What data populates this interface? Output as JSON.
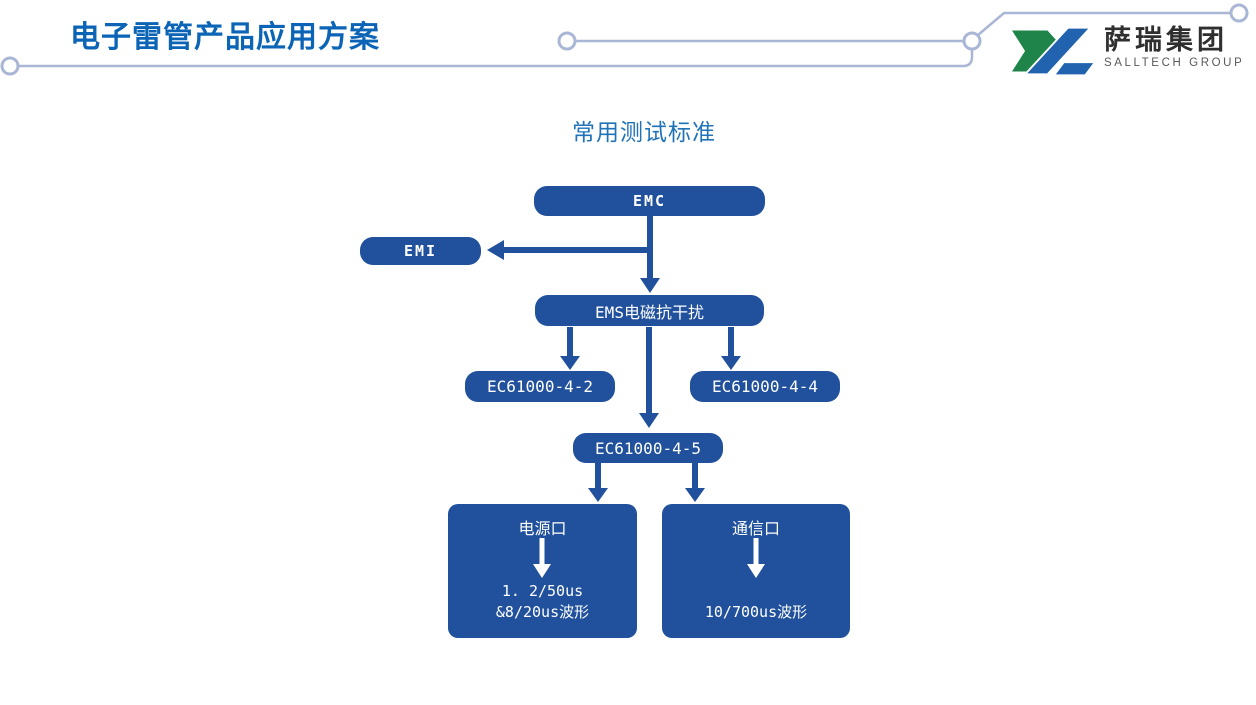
{
  "slide": {
    "header_title": "电子雷管产品应用方案",
    "logo": {
      "name_cn": "萨瑞集团",
      "name_en": "SALLTECH GROUP"
    },
    "diagram_title": "常用测试标准"
  },
  "flowchart": {
    "nodes": [
      {
        "id": "emc",
        "label": "EMC"
      },
      {
        "id": "emi",
        "label": "EMI"
      },
      {
        "id": "ems",
        "label": "EMS电磁抗干扰"
      },
      {
        "id": "ec61000-4-2",
        "label": "EC61000-4-2"
      },
      {
        "id": "ec61000-4-4",
        "label": "EC61000-4-4"
      },
      {
        "id": "ec61000-4-5",
        "label": "EC61000-4-5"
      },
      {
        "id": "power-port",
        "label": "电源口",
        "detail_lines": [
          "1. 2/50us",
          "&8/20us波形"
        ]
      },
      {
        "id": "comm-port",
        "label": "通信口",
        "detail_lines": [
          "10/700us波形"
        ]
      }
    ],
    "edges": [
      {
        "from": "emc",
        "to": "ems"
      },
      {
        "from": "emc",
        "to": "emi"
      },
      {
        "from": "ems",
        "to": "ec61000-4-2"
      },
      {
        "from": "ems",
        "to": "ec61000-4-4"
      },
      {
        "from": "ems",
        "to": "ec61000-4-5"
      },
      {
        "from": "ec61000-4-5",
        "to": "power-port"
      },
      {
        "from": "ec61000-4-5",
        "to": "comm-port"
      }
    ]
  },
  "colors": {
    "node_fill": "#21519c",
    "arrow_blue": "#21519c",
    "arrow_white": "#ffffff",
    "header_title_blue": "#0b64b5",
    "diagram_title_blue": "#2173b9",
    "decor_line": "#a9b6d5",
    "logo_green": "#1e8449",
    "logo_blue": "#2163ae"
  }
}
